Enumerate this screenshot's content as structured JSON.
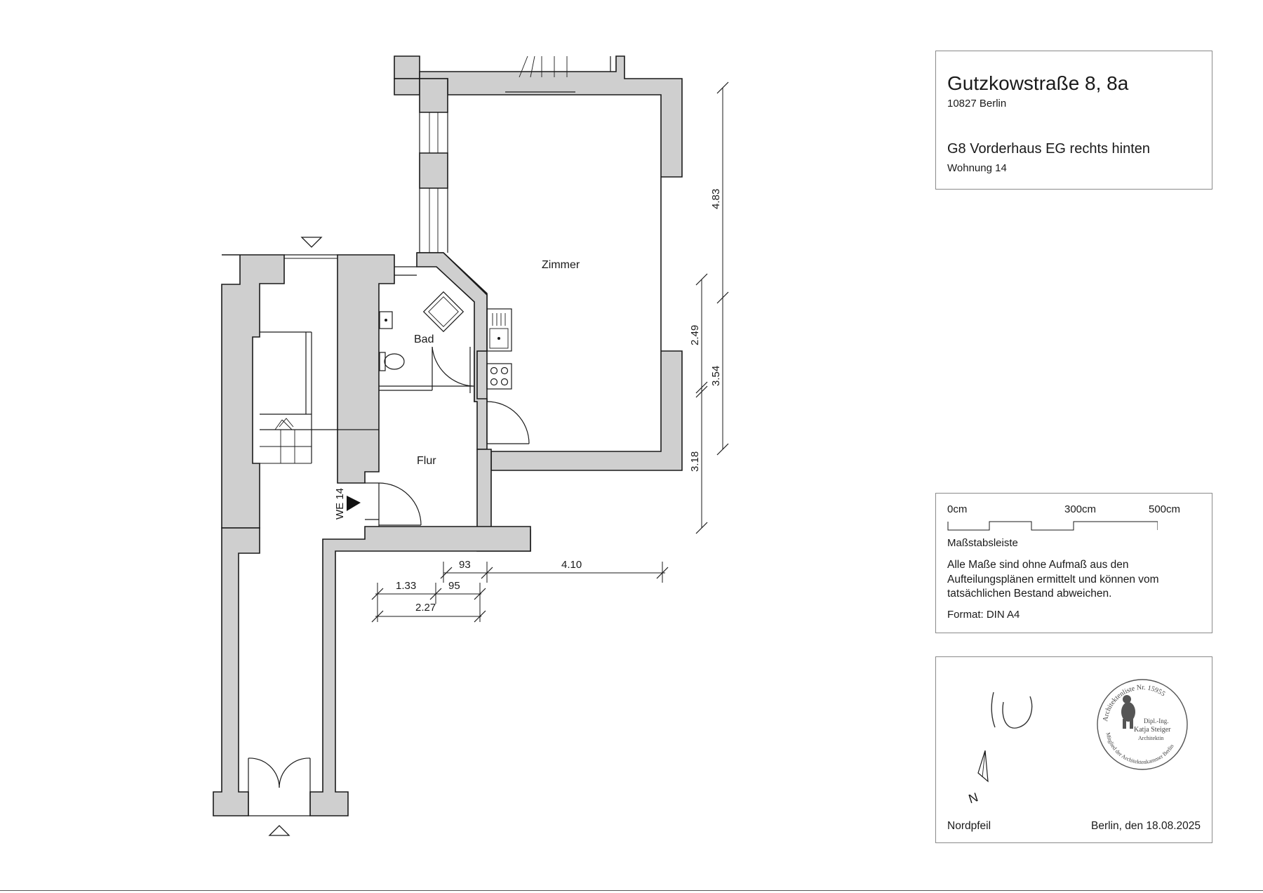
{
  "header": {
    "street": "Gutzkowstraße 8, 8a",
    "city": "10827 Berlin",
    "unit": "G8 Vorderhaus EG rechts hinten",
    "apartment": "Wohnung 14"
  },
  "rooms": {
    "zimmer": "Zimmer",
    "bad": "Bad",
    "flur": "Flur"
  },
  "entrance_label": "WE 14",
  "dimensions": {
    "right_outer": "4.83",
    "right_inner_a": "2.49",
    "right_inner_b": "3.54",
    "right_inner_c": "3.18",
    "bottom_93": "93",
    "bottom_410": "4.10",
    "bottom_133": "1.33",
    "bottom_95": "95",
    "bottom_227": "2.27"
  },
  "scale_bar": {
    "label_0": "0cm",
    "label_300": "300cm",
    "label_500": "500cm",
    "title": "Maßstabsleiste"
  },
  "disclaimer": "Alle Maße sind ohne Aufmaß aus den Aufteilungsplänen ermittelt und können vom tatsächlichen Bestand abweichen.",
  "format": "Format: DIN A4",
  "north_arrow": {
    "label": "Nordpfeil",
    "letter": "N"
  },
  "date_line": "Berlin, den 18.08.2025",
  "stamp": {
    "ring_top": "Architektenliste Nr. 15955",
    "ring_bottom": "Mitglied der Architektenkammer Berlin",
    "line1": "Dipl.-Ing.",
    "line2": "Katja Steiger",
    "line3": "Architektin"
  },
  "colors": {
    "wall_fill": "#cfcfcf",
    "line": "#1a1a1a",
    "box_border": "#8a8a8a"
  },
  "icons": [
    "north-arrow-icon",
    "signature-icon",
    "architect-stamp-icon",
    "sink-icon",
    "stove-icon",
    "toilet-icon",
    "shower-icon",
    "entrance-arrow-icon"
  ]
}
